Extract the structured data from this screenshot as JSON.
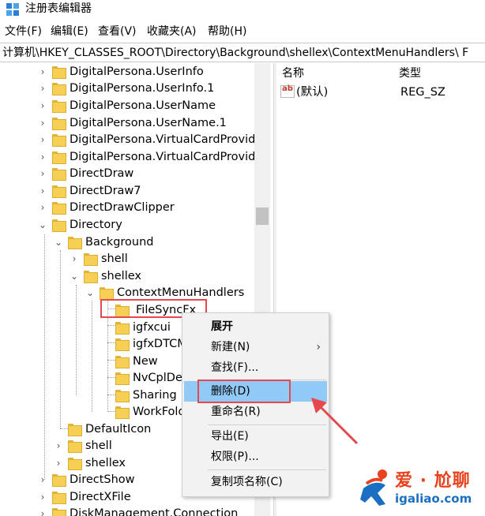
{
  "window": {
    "title": "注册表编辑器"
  },
  "menu": [
    "文件(F)",
    "编辑(E)",
    "查看(V)",
    "收藏夹(A)",
    "帮助(H)"
  ],
  "address": "计算机\\HKEY_CLASSES_ROOT\\Directory\\Background\\shellex\\ContextMenuHandlers\\ F",
  "tree": {
    "nodes": [
      {
        "label": "DigitalPersona.UserInfo",
        "expanded": false
      },
      {
        "label": "DigitalPersona.UserInfo.1",
        "expanded": false
      },
      {
        "label": "DigitalPersona.UserName",
        "expanded": false
      },
      {
        "label": "DigitalPersona.UserName.1",
        "expanded": false
      },
      {
        "label": "DigitalPersona.VirtualCardProvid",
        "expanded": false
      },
      {
        "label": "DigitalPersona.VirtualCardProvid",
        "expanded": false
      },
      {
        "label": "DirectDraw",
        "expanded": false
      },
      {
        "label": "DirectDraw7",
        "expanded": false
      },
      {
        "label": "DirectDrawClipper",
        "expanded": false
      },
      {
        "label": "Directory",
        "expanded": true
      },
      {
        "label": "Background",
        "expanded": true
      },
      {
        "label": "shell",
        "expanded": false
      },
      {
        "label": "shellex",
        "expanded": true
      },
      {
        "label": "ContextMenuHandlers",
        "expanded": true
      },
      {
        "label": "FileSyncFx",
        "selected": true
      },
      {
        "label": "igfxcui"
      },
      {
        "label": "igfxDTCM"
      },
      {
        "label": "New"
      },
      {
        "label": "NvCplDe"
      },
      {
        "label": "Sharing"
      },
      {
        "label": "WorkFold"
      },
      {
        "label": "DefaultIcon"
      },
      {
        "label": "shell",
        "expanded": false
      },
      {
        "label": "shellex",
        "expanded": false
      },
      {
        "label": "DirectShow",
        "expanded": false
      },
      {
        "label": "DirectXFile",
        "expanded": false
      },
      {
        "label": "DiskManagement.Connection",
        "expanded": false
      }
    ]
  },
  "values": {
    "columns": {
      "name": "名称",
      "type": "类型"
    },
    "rows": [
      {
        "icon": "ab",
        "name": "(默认)",
        "type": "REG_SZ"
      }
    ]
  },
  "context_menu": {
    "items": [
      {
        "label": "展开",
        "bold": true
      },
      {
        "label": "新建(N)",
        "submenu": true
      },
      {
        "label": "查找(F)..."
      },
      {
        "label": "删除(D)",
        "highlighted": true
      },
      {
        "label": "重命名(R)"
      },
      {
        "label": "导出(E)"
      },
      {
        "label": "权限(P)..."
      },
      {
        "label": "复制项名称(C)"
      }
    ],
    "submenu_arrow": "›"
  },
  "watermark": {
    "brand": "爱 · 尬聊",
    "url": "igaliao.com"
  },
  "colors": {
    "highlight": "#91c9f7",
    "annotation_red": "#e5484d",
    "folder": "#f8cf55"
  }
}
